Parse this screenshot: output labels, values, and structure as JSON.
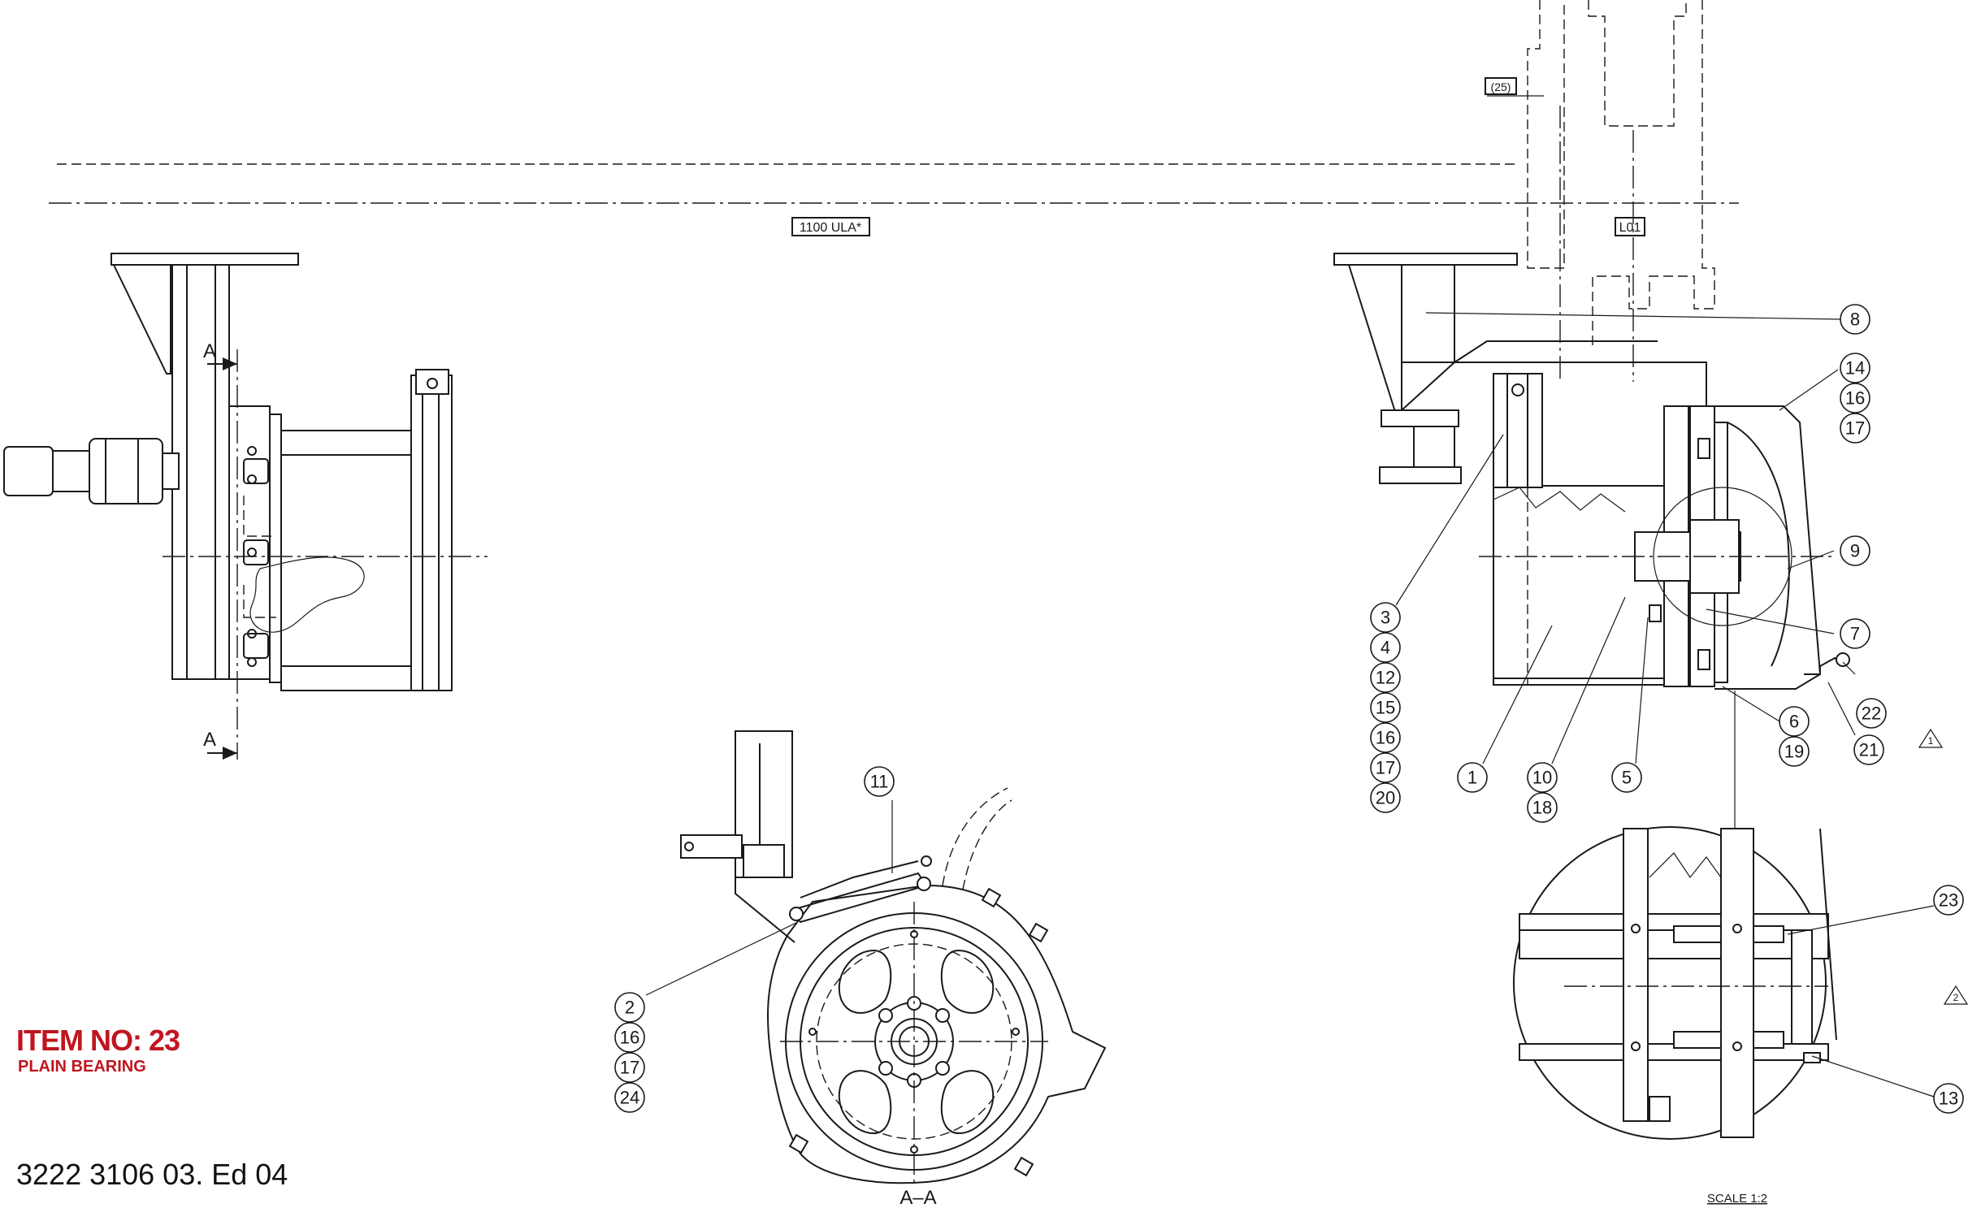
{
  "title_block": {
    "item_no": "ITEM NO: 23",
    "description": "PLAIN BEARING",
    "document_no": "3222 3106 03. Ed 04"
  },
  "section_labels": {
    "cut_top": "A",
    "cut_bottom": "A",
    "section_view": "A–A",
    "detail_scale": "SCALE 1:2"
  },
  "dimension_labels": {
    "length_center": "1100 ULA*",
    "right_dim": "L01",
    "top_dim": "(25)"
  },
  "revision_marks": [
    "1",
    "2"
  ],
  "callouts": {
    "c8": "8",
    "c14": "14",
    "c16a": "16",
    "c17a": "17",
    "c9": "9",
    "c7": "7",
    "c22": "22",
    "c6": "6",
    "c19": "19",
    "c21": "21",
    "c3": "3",
    "c4": "4",
    "c12": "12",
    "c15": "15",
    "c16b": "16",
    "c17b": "17",
    "c20": "20",
    "c1": "1",
    "c10": "10",
    "c18": "18",
    "c5": "5",
    "c11": "11",
    "c2": "2",
    "c16c": "16",
    "c17c": "17",
    "c24": "24",
    "c23": "23",
    "c13": "13"
  },
  "colors": {
    "line": "#1a1a1a",
    "highlight": "#c0151f",
    "background": "#ffffff"
  },
  "icons": [
    "revision-triangle-icon",
    "section-arrow-icon"
  ]
}
